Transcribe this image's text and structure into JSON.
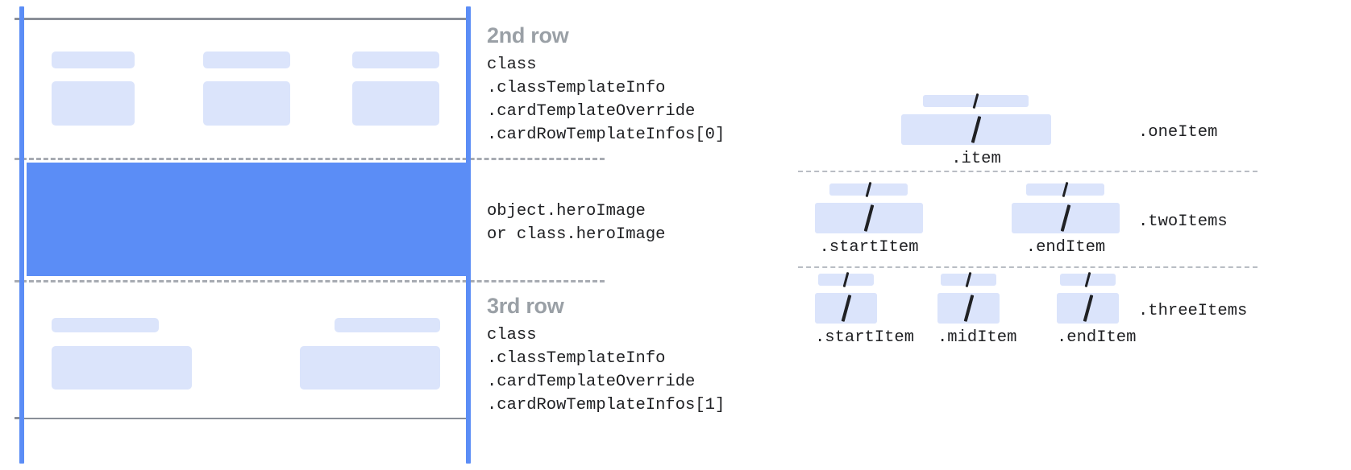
{
  "left_diagram": {
    "rows": [
      {
        "id": "second-row",
        "title": "2nd row",
        "code": "class\n.classTemplateInfo\n.cardTemplateOverride\n.cardRowTemplateInfos[0]",
        "placeholder_count": 6
      },
      {
        "id": "hero-image",
        "title": "",
        "code": "object.heroImage\nor class.heroImage",
        "placeholder_count": 0
      },
      {
        "id": "third-row",
        "title": "3rd row",
        "code": "class\n.classTemplateInfo\n.cardTemplateOverride\n.cardRowTemplateInfos[1]",
        "placeholder_count": 4
      }
    ],
    "colors": {
      "rail": "#5b8df6",
      "hero_fill": "#5b8df6",
      "placeholder": "#dbe4fb",
      "solid_edge": "#8a8f98",
      "dashed_edge": "#a7abb2",
      "title_text": "#9aa0a6",
      "code_text": "#202124"
    }
  },
  "right_diagram": {
    "groups": [
      {
        "id": "one-item",
        "row_label": ".oneItem",
        "slots": [
          {
            "sub_label": ".item",
            "glyph": "slash"
          }
        ]
      },
      {
        "id": "two-items",
        "row_label": ".twoItems",
        "slots": [
          {
            "sub_label": ".startItem",
            "glyph": "slash"
          },
          {
            "sub_label": ".endItem",
            "glyph": "slash"
          }
        ]
      },
      {
        "id": "three-items",
        "row_label": ".threeItems",
        "slots": [
          {
            "sub_label": ".startItem",
            "glyph": "slash"
          },
          {
            "sub_label": ".midItem",
            "glyph": "slash"
          },
          {
            "sub_label": ".endItem",
            "glyph": "slash"
          }
        ]
      }
    ],
    "colors": {
      "placeholder": "#dbe4fb",
      "glyph": "#202124",
      "divider": "#b9bdc4",
      "label_text": "#202124"
    }
  }
}
